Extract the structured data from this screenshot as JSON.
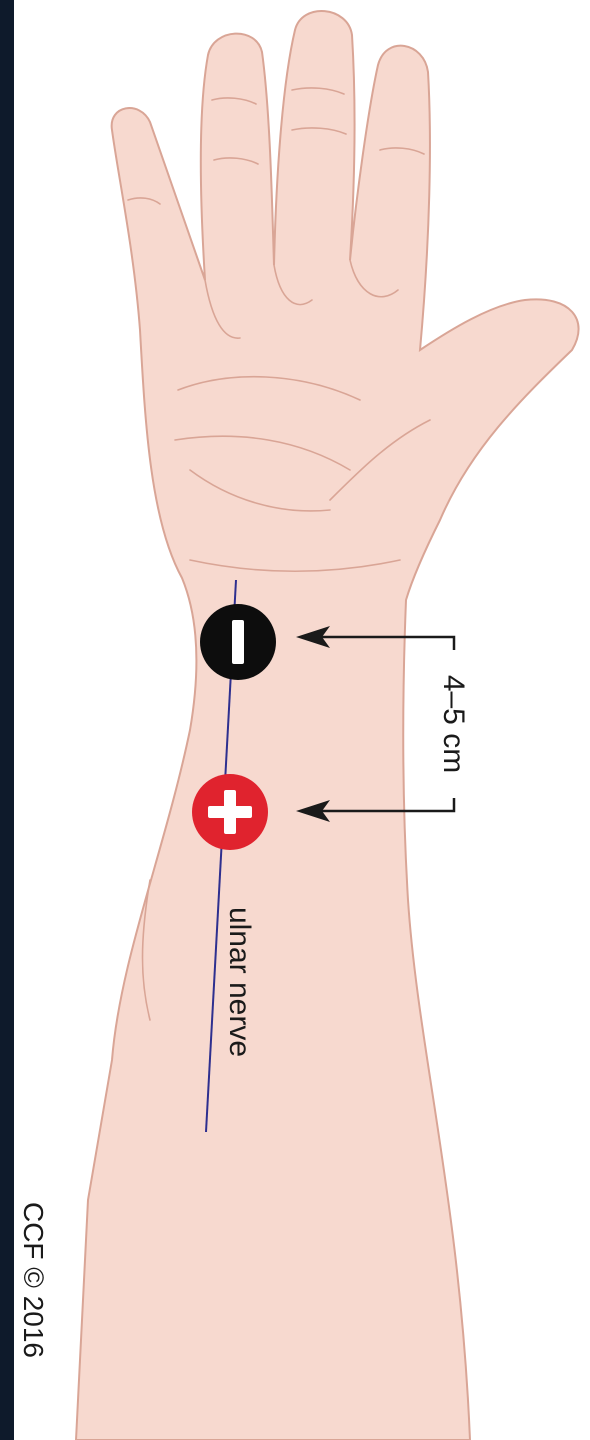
{
  "figure": {
    "measurement_label": "4–5 cm",
    "nerve_label": "ulnar nerve",
    "copyright": "CCF © 2016"
  },
  "electrodes": {
    "negative": {
      "symbol": "−",
      "color": "#0d0d0d"
    },
    "positive": {
      "symbol": "+",
      "color": "#e0232e"
    }
  },
  "colors": {
    "skin": "#f7d9cf",
    "skin_outline": "#d9a596",
    "nerve": "#2e2f8f",
    "left_strip": "#0e1a2b",
    "arrow": "#1a1a1a"
  },
  "icons": {
    "hand": "open-palm-hand-icon",
    "negative_electrode": "minus-circle-icon",
    "positive_electrode": "plus-circle-icon"
  }
}
